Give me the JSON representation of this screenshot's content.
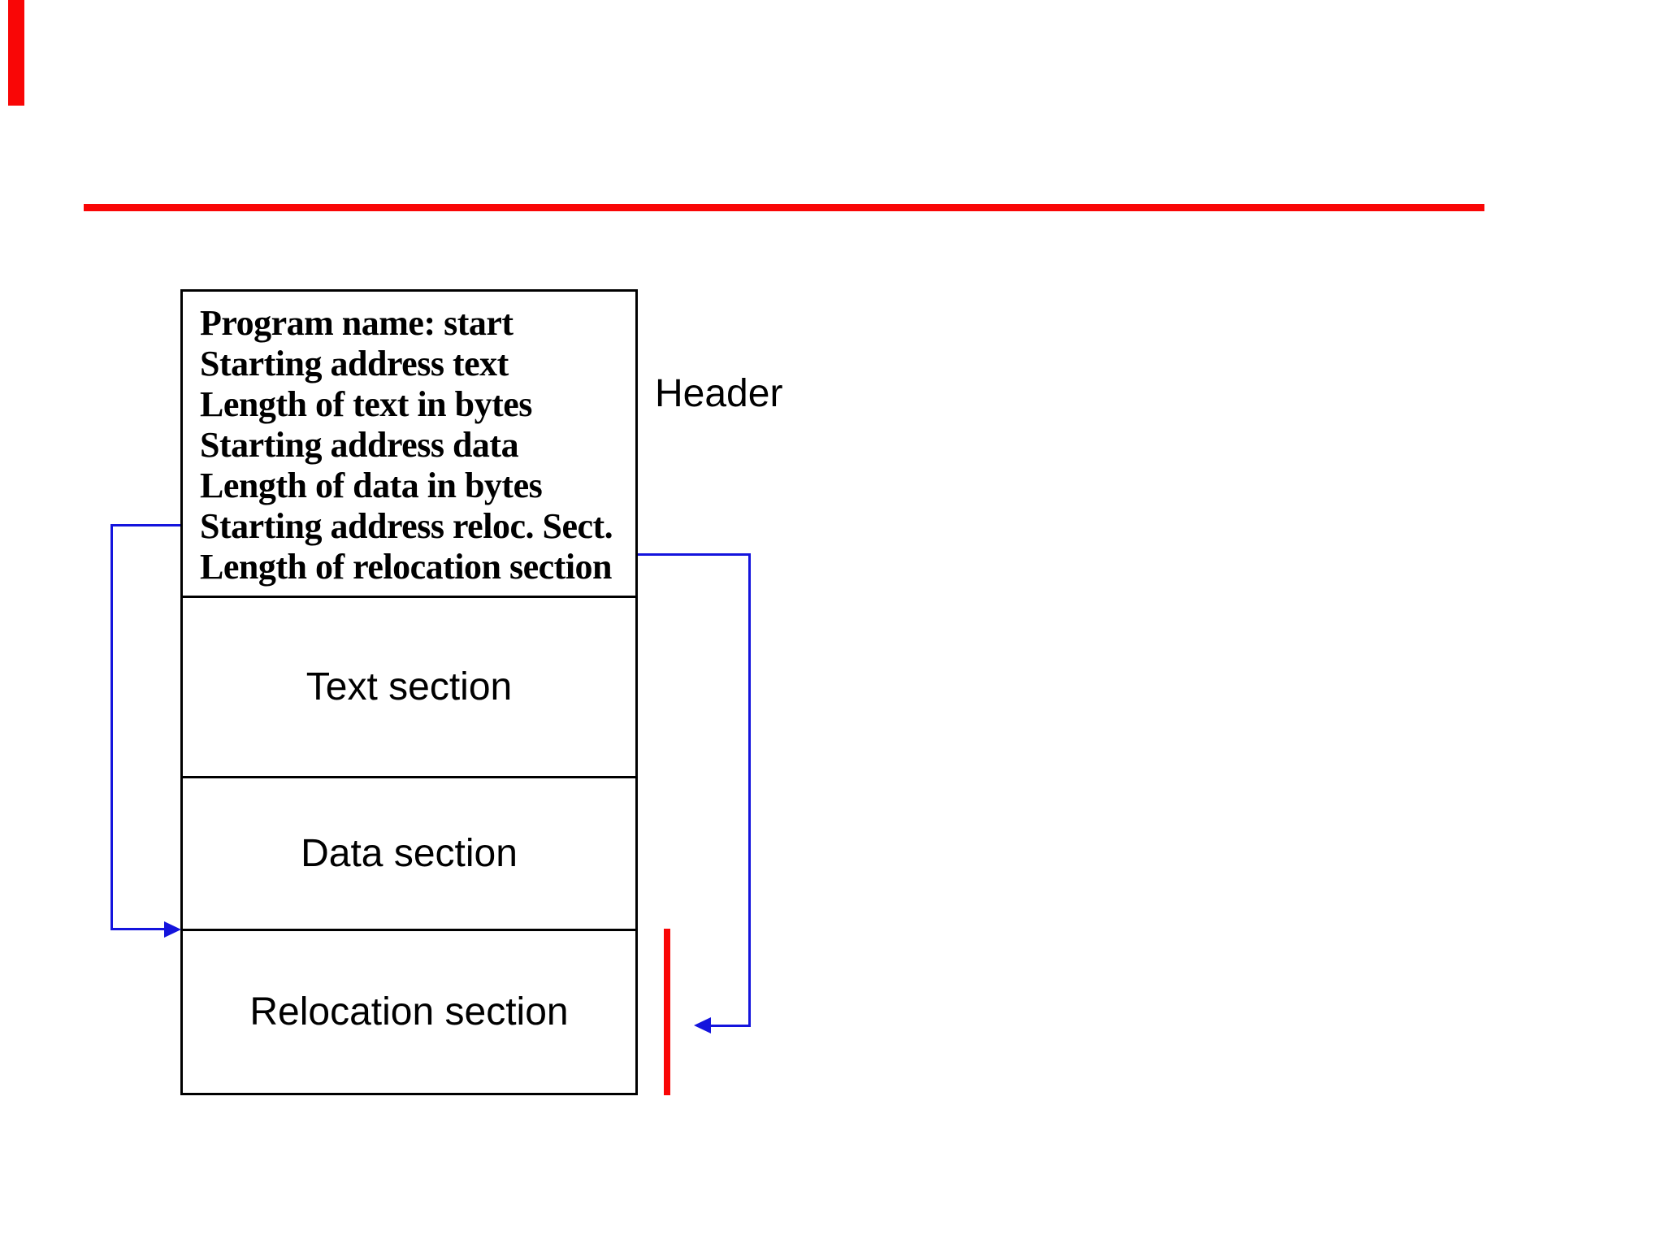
{
  "colors": {
    "background": "#ffffff",
    "accent_red": "#f90606",
    "arrow_blue": "#1414dd",
    "box_border_black": "#000000"
  },
  "diagram": {
    "header_box": {
      "lines": [
        "Program name: start",
        "Starting address text",
        "Length of text in bytes",
        "Starting address data",
        "Length of data in bytes",
        "Starting address reloc. Sect.",
        "Length of relocation section"
      ]
    },
    "sections": {
      "text": "Text section",
      "data": "Data section",
      "relocation": "Relocation section"
    },
    "annotations": {
      "header_label": "Header"
    },
    "icons": {
      "right_arrowhead": "arrowhead-right-icon",
      "left_arrowhead": "arrowhead-left-icon"
    }
  }
}
